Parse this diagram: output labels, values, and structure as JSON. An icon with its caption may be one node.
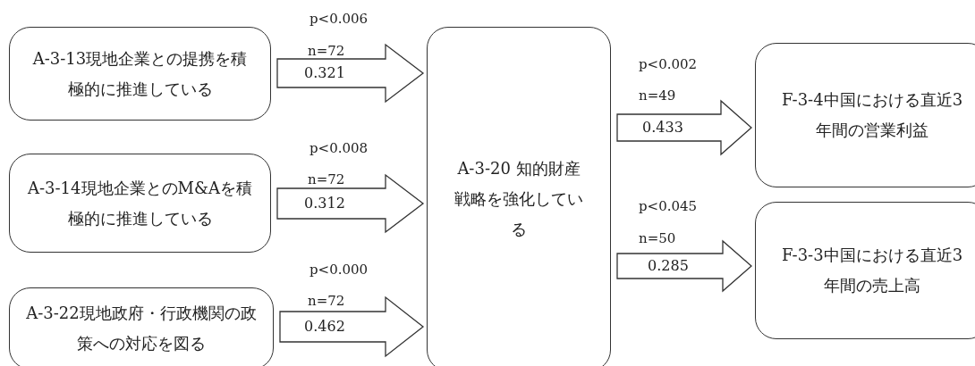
{
  "diagram": {
    "nodes": [
      {
        "text": [
          "A-3-13現地企業との提携を積極的に推進している"
        ]
      },
      {
        "text": [
          "A-3-14現地企業とのM&Aを積極的に推進している"
        ]
      },
      {
        "text": [
          "A-3-22現地政府・行政機関の政策への対応を図る"
        ]
      },
      {
        "text": [
          "A-3-20 知的財産戦略を強化している"
        ]
      },
      {
        "text": [
          "F-3-4中国における直近3年間の営業利益"
        ]
      },
      {
        "text": [
          "F-3-3中国における直近3年間の売上高"
        ]
      }
    ],
    "edges": [
      {
        "from": 0,
        "to": 3,
        "arrow": "to",
        "label": "0.321"
      },
      {
        "from": 1,
        "to": 3,
        "arrow": "to",
        "label": "0.312"
      },
      {
        "from": 2,
        "to": 3,
        "arrow": "to",
        "label": "0.462"
      },
      {
        "from": 3,
        "to": 4,
        "arrow": "to",
        "label": "0.433"
      },
      {
        "from": 3,
        "to": 5,
        "arrow": "to",
        "label": "0.285"
      }
    ],
    "labels": [
      "p<0.006",
      "n=72",
      "p<0.008",
      "n=72",
      "p<0.000",
      "n=72",
      "p<0.002",
      "n=49",
      "p<0.045",
      "n=50"
    ]
  }
}
